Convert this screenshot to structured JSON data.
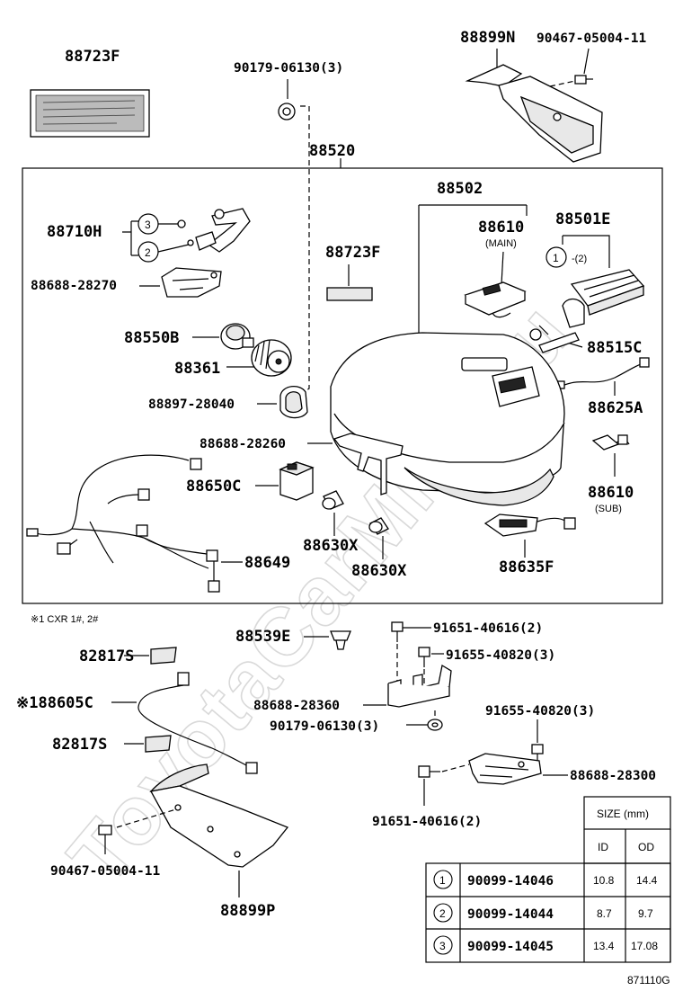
{
  "watermark": "ToyotaCarMine.ru",
  "diagram_code": "871110G",
  "group_label": "88520",
  "note": "※1 CXR 1#, 2#",
  "labels": {
    "p88723F_top": "88723F",
    "p90179_top": "90179-06130(3)",
    "p88899N": "88899N",
    "p90467_top": "90467-05004-11",
    "p88502": "88502",
    "p88610_main": "88610",
    "main_note": "(MAIN)",
    "p88501E": "88501E",
    "c1_qty": "-(2)",
    "p88710H": "88710H",
    "p88688_28270": "88688-28270",
    "p88723F_mid": "88723F",
    "p88550B": "88550B",
    "p88361": "88361",
    "p88515C": "88515C",
    "p88897": "88897-28040",
    "p88625A": "88625A",
    "p88688_28260": "88688-28260",
    "p88650C": "88650C",
    "p88610_sub": "88610",
    "sub_note": "(SUB)",
    "p88630X_1": "88630X",
    "p88630X_2": "88630X",
    "p88635F": "88635F",
    "p88649": "88649",
    "p88539E": "88539E",
    "p91651_top": "91651-40616(2)",
    "p82817S_top": "82817S",
    "p91655_top": "91655-40820(3)",
    "p88605C": "※188605C",
    "p88688_28360": "88688-28360",
    "p90179_bot": "90179-06130(3)",
    "p91655_bot": "91655-40820(3)",
    "p82817S_bot": "82817S",
    "p88688_28300": "88688-28300",
    "p91651_bot": "91651-40616(2)",
    "p90467_bot": "90467-05004-11",
    "p88899P": "88899P"
  },
  "callouts": {
    "c1": "1",
    "c2": "2",
    "c3": "3"
  },
  "size_table": {
    "title": "SIZE (mm)",
    "col_id": "ID",
    "col_od": "OD",
    "rows": [
      {
        "mark": "1",
        "part": "90099-14046",
        "id": "10.8",
        "od": "14.4"
      },
      {
        "mark": "2",
        "part": "90099-14044",
        "id": "8.7",
        "od": "9.7"
      },
      {
        "mark": "3",
        "part": "90099-14045",
        "id": "13.4",
        "od": "17.08"
      }
    ]
  }
}
